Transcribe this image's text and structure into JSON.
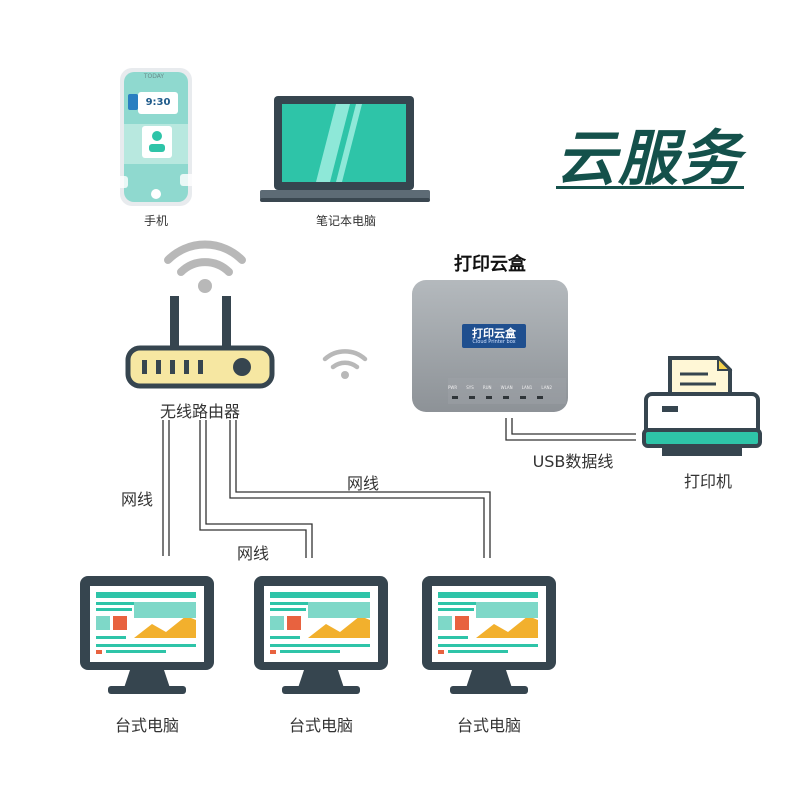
{
  "title": "云服务",
  "colors": {
    "teal_dark": "#14514b",
    "screen_teal": "#2ec4a8",
    "router_yellow": "#f6e7a2",
    "dark_frame": "#36454f",
    "box_gray": "#9ea3a7"
  },
  "phone": {
    "label": "手机",
    "clock": "9:30",
    "date_text": "TODAY"
  },
  "laptop": {
    "label": "笔记本电脑"
  },
  "router": {
    "label": "无线路由器"
  },
  "cloud_box": {
    "label": "打印云盒",
    "logo": "打印云盒",
    "logo_sub": "Cloud Printer box",
    "ports": [
      "PWR",
      "SYS",
      "RUN",
      "WLAN",
      "LAN1",
      "LAN2"
    ]
  },
  "printer": {
    "label": "打印机"
  },
  "usb_cable": {
    "label": "USB数据线"
  },
  "cables": {
    "left": "网线",
    "middle": "网线",
    "right": "网线"
  },
  "desktops": [
    {
      "label": "台式电脑"
    },
    {
      "label": "台式电脑"
    },
    {
      "label": "台式电脑"
    }
  ]
}
